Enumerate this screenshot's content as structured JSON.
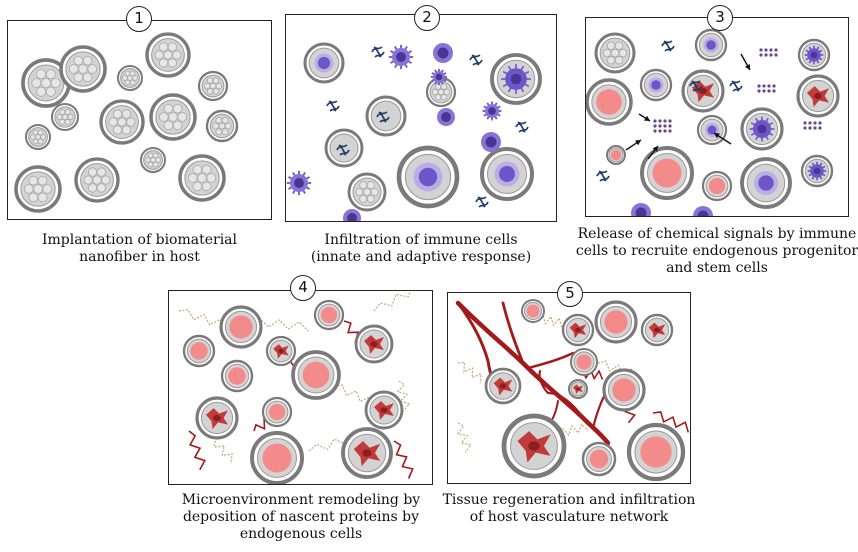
{
  "colors": {
    "fiber_ring": "#7a7a7a",
    "fiber_fill": "#d3d3d3",
    "immune_purple": "#6e56c9",
    "stem_pink": "#f48b8b",
    "endogenous_red": "#c23a3a",
    "vessel": "#a31a1a",
    "antibody_blue": "#1f3d66",
    "signal_dots": "#6b4a8a"
  },
  "panels": [
    {
      "number": "1",
      "caption": "Implantation of biomaterial\nnanofiber in host"
    },
    {
      "number": "2",
      "caption": "Infiltration of immune cells\n(innate and adaptive response)"
    },
    {
      "number": "3",
      "caption": "Release of chemical signals by immune\ncells to recruite endogenous progenitor\nand stem cells"
    },
    {
      "number": "4",
      "caption": "Microenvironment remodeling by\ndeposition of nascent proteins by\nendogenous cells"
    },
    {
      "number": "5",
      "caption": "Tissue regeneration and infiltration\nof host vasculature network"
    }
  ]
}
